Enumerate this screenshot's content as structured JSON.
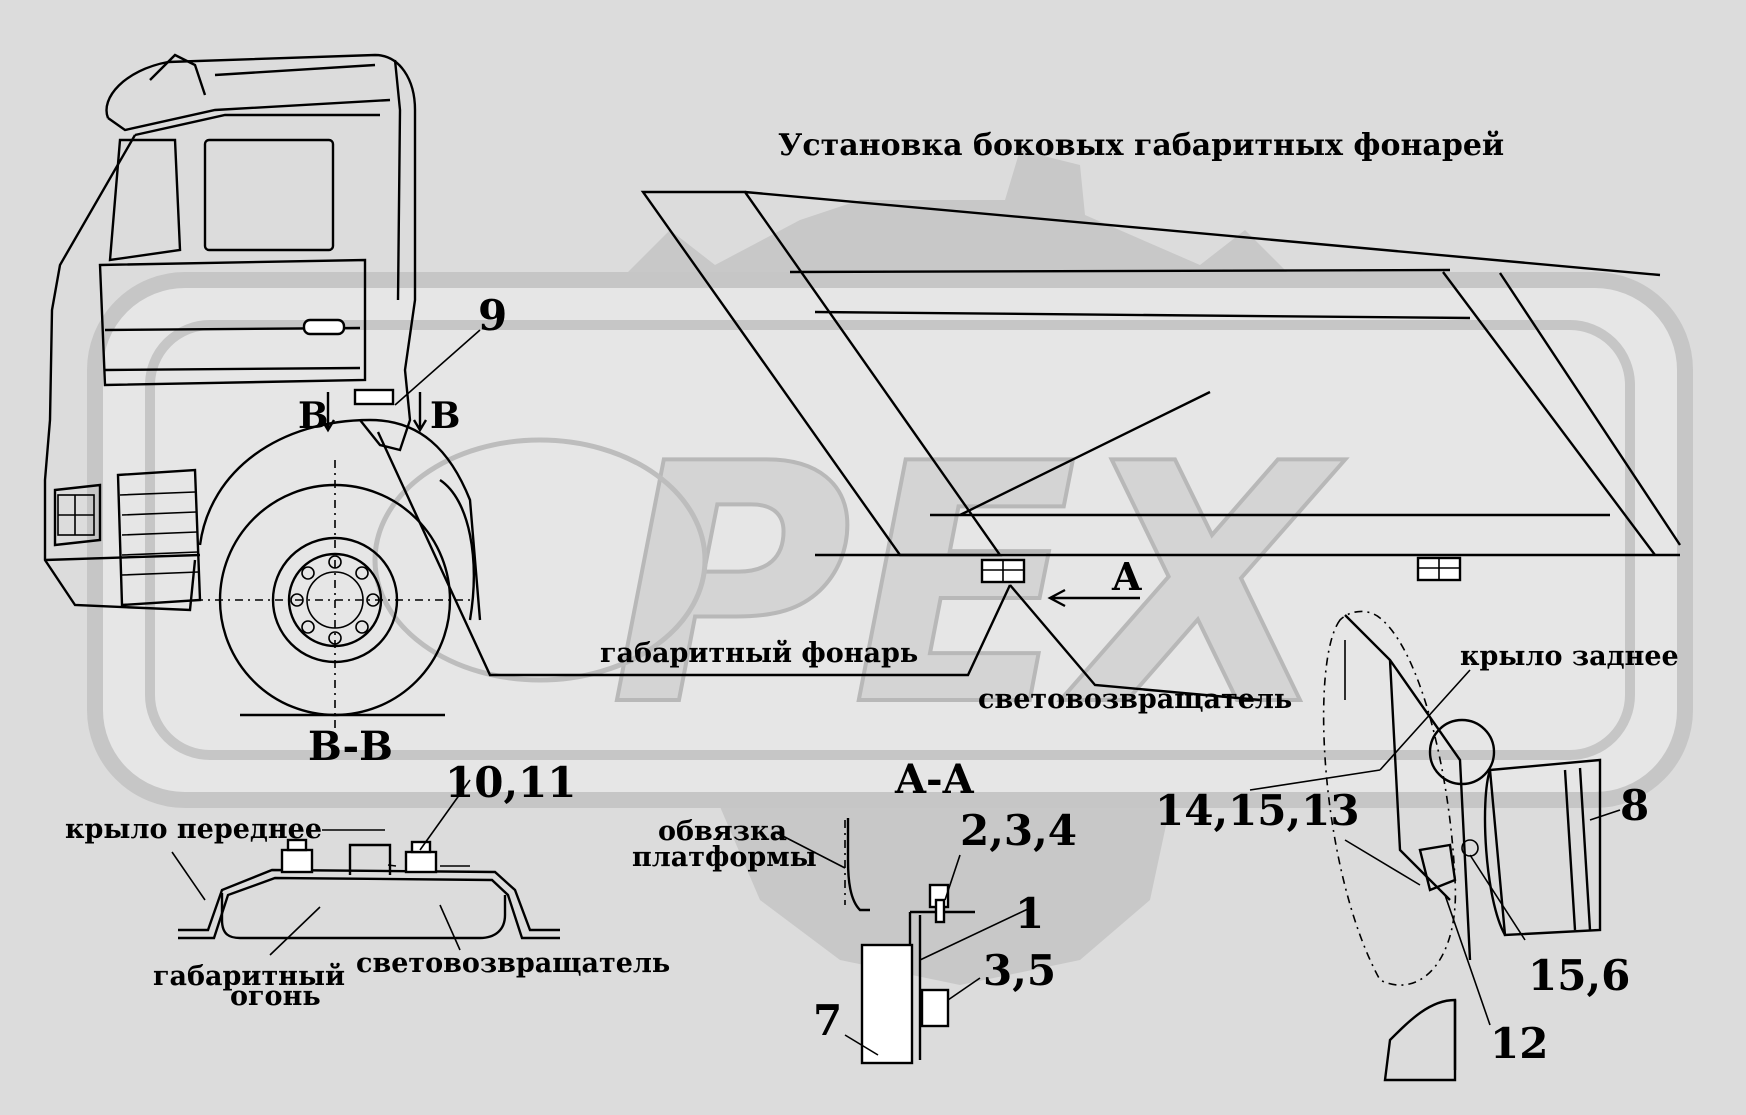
{
  "title": "Установка боковых габаритных фонарей",
  "watermark": "PEX",
  "section_markers": {
    "bb_left": "B",
    "bb_right": "B",
    "a_arrow": "A",
    "section_bb": "B-B",
    "section_aa": "A-A"
  },
  "callouts": {
    "n9": "9",
    "n10_11": "10,11",
    "n2_3_4": "2,3,4",
    "n1": "1",
    "n3_5": "3,5",
    "n7": "7",
    "n14_15_13": "14,15,13",
    "n8": "8",
    "n15_6": "15,6",
    "n12": "12"
  },
  "labels": {
    "marker_lamp": "габаритный фонарь",
    "reflector_main": "световозвращатель",
    "rear_fender": "крыло заднее",
    "front_fender": "крыло переднее",
    "marker_light_line1": "габаритный",
    "marker_light_line2": "огонь",
    "reflector_section": "световозвращатель",
    "platform_frame_line1": "обвязка",
    "platform_frame_line2": "платформы"
  },
  "colors": {
    "background": "#dcdcdc",
    "line": "#000000",
    "watermark": "#c4c4c4"
  }
}
